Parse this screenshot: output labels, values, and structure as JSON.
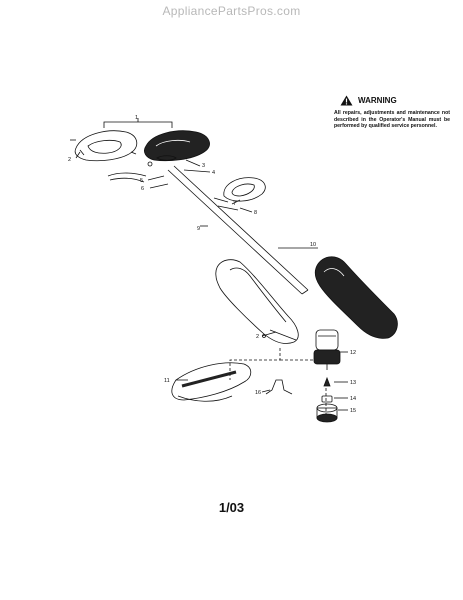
{
  "watermark": "AppliancePartsPros.com",
  "warning": {
    "title": "WARNING",
    "text": "All repairs, adjustments and maintenance not described in the Operator's Manual must be performed by qualified service personnel."
  },
  "callouts": [
    "1",
    "2",
    "3",
    "4",
    "5",
    "6",
    "7",
    "8",
    "9",
    "10",
    "2",
    "11",
    "12",
    "13",
    "14",
    "15",
    "16"
  ],
  "page_label": "1/03"
}
